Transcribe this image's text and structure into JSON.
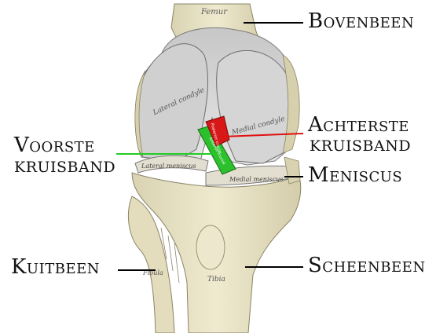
{
  "labels": {
    "bovenbeen": "Bovenbeen",
    "achterste": {
      "line1": "Achterste",
      "line2": "kruisband"
    },
    "voorste": {
      "line1": "Voorste",
      "line2": "kruisband"
    },
    "meniscus": "Meniscus",
    "kuitbeen": "Kuitbeen",
    "scheenbeen": "Scheenbeen"
  },
  "engraving_text": {
    "femur": "Femur",
    "lateral_condyle": "Lateral condyle",
    "medial_condyle": "Medial condyle",
    "lateral_meniscus": "Lateral meniscus",
    "medial_meniscus": "Medial meniscus",
    "fibula": "Fibula",
    "tibia": "Tibia",
    "acl_text": "Anterior crucial",
    "pcl_text": "Posterior crucial"
  },
  "colors": {
    "bone": "#e9e4c7",
    "bone_shade": "#cfc8a6",
    "ligament_acl": "#2cc12c",
    "ligament_pcl": "#d81818",
    "leader_acl": "#22cc22",
    "leader_pcl": "#e01010",
    "leader_default": "#000000"
  }
}
